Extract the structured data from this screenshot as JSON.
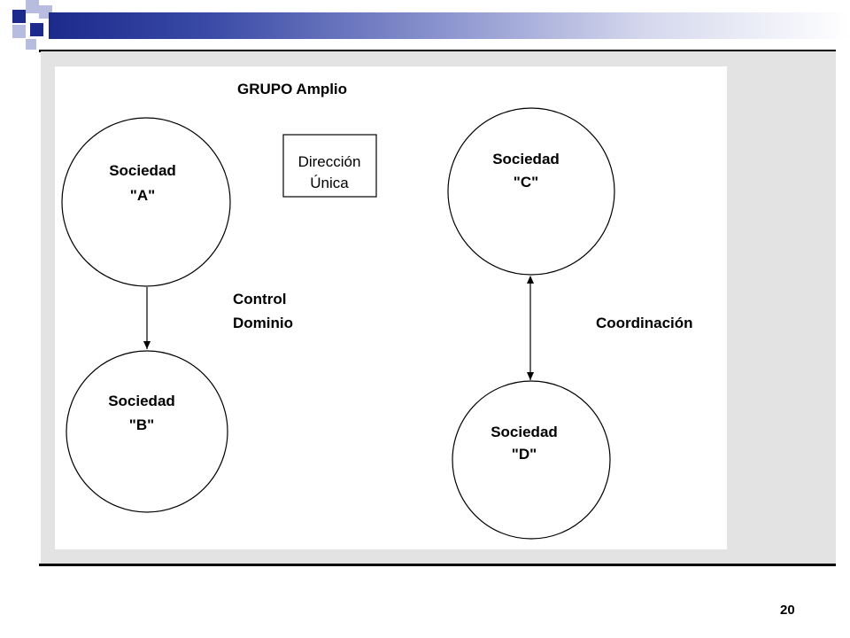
{
  "slide": {
    "page_number": "20"
  },
  "diagram": {
    "title": "GRUPO Amplio",
    "box": {
      "line1": "Dirección",
      "line2": "Única"
    },
    "nodes": [
      {
        "line1": "Sociedad",
        "line2": "\"A\""
      },
      {
        "line1": "Sociedad",
        "line2": "\"B\""
      },
      {
        "line1": "Sociedad",
        "line2": "\"C\""
      },
      {
        "line1": "Sociedad",
        "line2": "\"D\""
      }
    ],
    "relation_left": {
      "line1": "Control",
      "line2": "Dominio"
    },
    "relation_right": "Coordinación"
  },
  "colors": {
    "brand_dark": "#1c2a8c",
    "brand_light": "#b8bde0",
    "panel": "#e3e3e3"
  }
}
